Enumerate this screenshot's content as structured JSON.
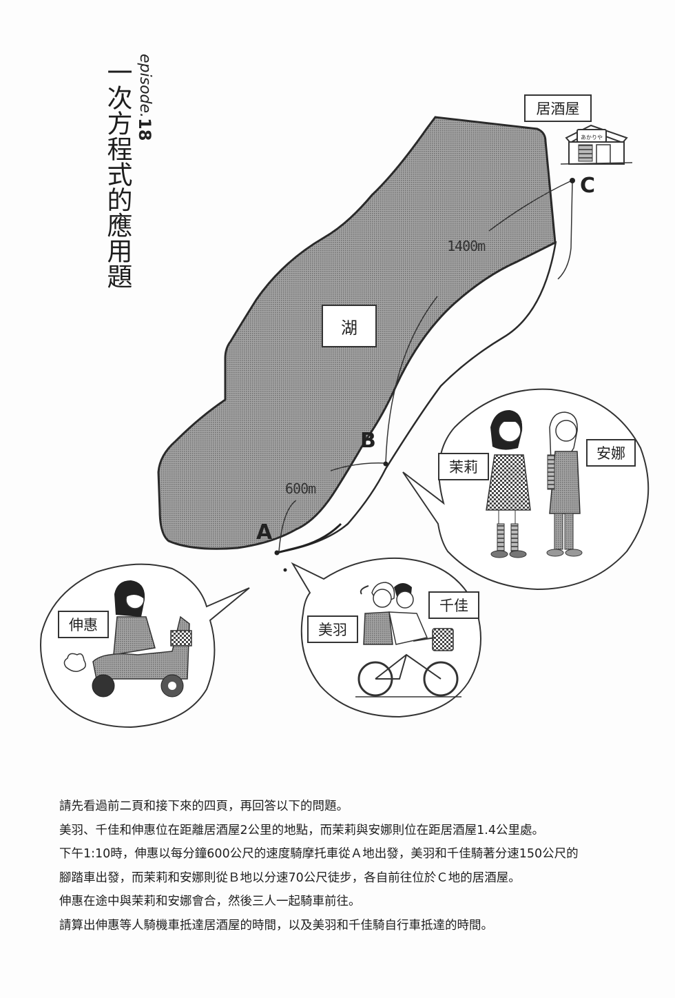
{
  "header": {
    "episode_prefix": "episode.",
    "episode_number": "18",
    "chapter_title": "一次方程式的應用題"
  },
  "map": {
    "lake_label": "湖",
    "izakaya_label": "居酒屋",
    "izakaya_sign": "あかりや",
    "points": {
      "A": "A",
      "B": "B",
      "C": "C"
    },
    "distances": {
      "A_to_B": "600m",
      "B_to_C": "1400m"
    },
    "colors": {
      "lake_fill": "#8f8f8f",
      "outline": "#2a2a2a",
      "background": "#fdfdfd"
    }
  },
  "characters": {
    "walkers_bubble": {
      "names": [
        "茉莉",
        "安娜"
      ],
      "activity": "walking"
    },
    "scooter_bubble": {
      "names": [
        "伸惠"
      ],
      "activity": "scooter"
    },
    "bicycle_bubble": {
      "names": [
        "美羽",
        "千佳"
      ],
      "activity": "bicycle"
    }
  },
  "problem": {
    "lines": [
      "請先看過前二頁和接下來的四頁，再回答以下的問題。",
      "美羽、千佳和伸惠位在距離居酒屋2公里的地點，而茉莉與安娜則位在距居酒屋1.4公里處。",
      "下午1:10時，伸惠以每分鐘600公尺的速度騎摩托車從Ａ地出發，美羽和千佳騎著分速150公尺的",
      "腳踏車出發，而茉莉和安娜則從Ｂ地以分速70公尺徒步，各自前往位於Ｃ地的居酒屋。",
      "伸惠在途中與茉莉和安娜會合，然後三人一起騎車前往。",
      "請算出伸惠等人騎機車抵達居酒屋的時間，以及美羽和千佳騎自行車抵達的時間。"
    ]
  }
}
